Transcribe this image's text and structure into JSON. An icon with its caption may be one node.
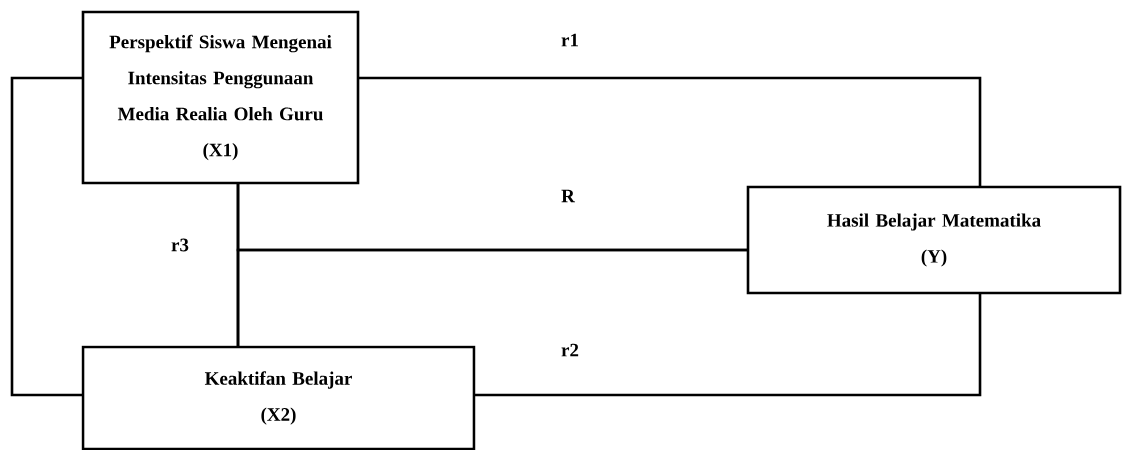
{
  "diagram": {
    "nodes": [
      {
        "text": [
          "Perspektif Siswa Mengenai Intensitas Penggunaan Media Realia Oleh Guru",
          "(X1)"
        ]
      },
      {
        "text": [
          "Keaktifan Belajar",
          "(X2)"
        ]
      },
      {
        "text": [
          "Hasil Belajar Matematika",
          "(Y)"
        ]
      }
    ],
    "edges": [
      {
        "from": 0,
        "to": 2,
        "arrow": "none",
        "label": "r1"
      },
      {
        "from": 1,
        "to": 2,
        "arrow": "none",
        "label": "r2"
      },
      {
        "from": 0,
        "to": 1,
        "arrow": "none",
        "label": "r3"
      },
      {
        "from": 0,
        "to": 2,
        "arrow": "none",
        "label": "R"
      },
      {
        "from": 1,
        "to": 2,
        "arrow": "none"
      },
      {
        "from": 0,
        "to": 1,
        "arrow": "none"
      }
    ]
  }
}
